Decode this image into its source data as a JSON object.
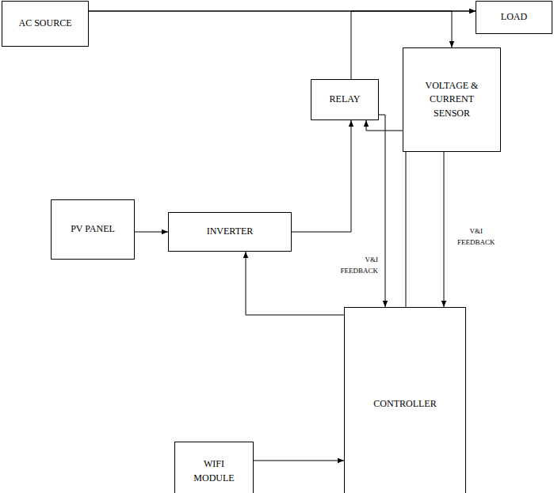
{
  "diagram": {
    "nodes": [
      {
        "text": [
          "AC SOURCE"
        ]
      },
      {
        "text": [
          "LOAD"
        ]
      },
      {
        "text": [
          "RELAY"
        ]
      },
      {
        "text": [
          "VOLTAGE & CURRENT SENSOR"
        ]
      },
      {
        "text": [
          "PV PANEL"
        ]
      },
      {
        "text": [
          "INVERTER"
        ]
      },
      {
        "text": [
          "CONTROLLER"
        ]
      },
      {
        "text": [
          "WIFI MODULE"
        ]
      }
    ],
    "edges": [
      {
        "from": 0,
        "to": 1,
        "arrow": "to"
      },
      {
        "from": 0,
        "to": 3,
        "arrow": "to"
      },
      {
        "from": 2,
        "to": 1,
        "arrow": "to"
      },
      {
        "from": 4,
        "to": 5,
        "arrow": "to"
      },
      {
        "from": 5,
        "to": 2,
        "arrow": "to"
      },
      {
        "from": 6,
        "to": 2,
        "arrow": "to"
      },
      {
        "from": 2,
        "to": 6,
        "label": "V&I FEEDBACK",
        "arrow": "to"
      },
      {
        "from": 3,
        "to": 6,
        "label": "V&I FEEDBACK",
        "arrow": "to"
      },
      {
        "from": 6,
        "to": 5,
        "arrow": "to"
      },
      {
        "from": 7,
        "to": 6,
        "arrow": "to"
      }
    ]
  }
}
